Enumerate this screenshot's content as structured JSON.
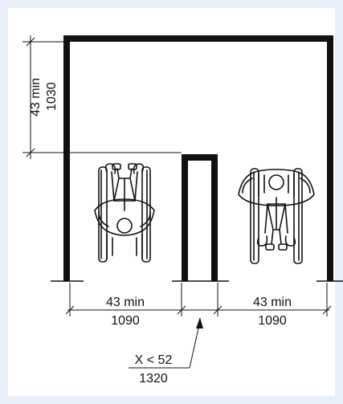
{
  "colors": {
    "frame": "#e8eef8",
    "ink": "#111111",
    "wall": "#111111",
    "paper": "#ffffff"
  },
  "dimensions": {
    "vertical": {
      "imperial": "43 min",
      "metric": "1030"
    },
    "left_width": {
      "imperial": "43 min",
      "metric": "1090"
    },
    "right_width": {
      "imperial": "43 min",
      "metric": "1090"
    },
    "callout": {
      "imperial": "X < 52",
      "metric": "1320"
    }
  },
  "icons": [
    "wheelchair-user-facing-down-icon",
    "wheelchair-user-facing-up-icon"
  ]
}
